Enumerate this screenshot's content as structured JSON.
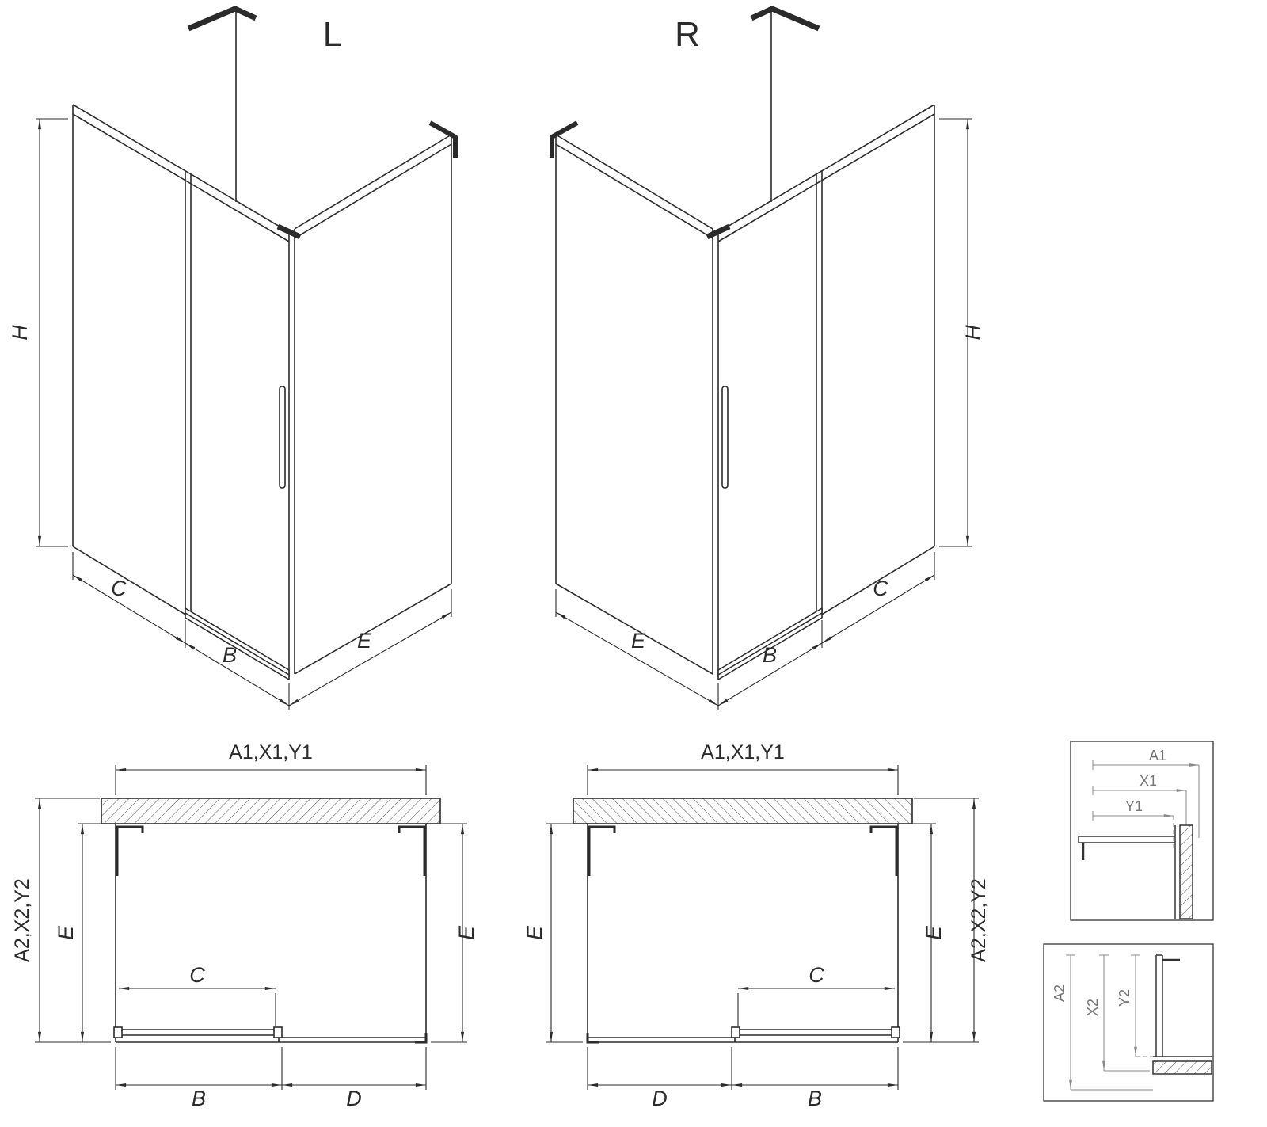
{
  "drawing": {
    "type": "technical-line-drawing",
    "subject": "corner shower enclosure with sliding door, left (L) and right (R) variants, isometric and plan views with detail sections"
  },
  "labels": {
    "variant_left": "L",
    "variant_right": "R",
    "height": "H",
    "seg_c": "C",
    "seg_b": "B",
    "seg_e": "E",
    "seg_d": "D",
    "width_combo": "A1,X1,Y1",
    "depth_combo": "A2,X2,Y2",
    "detail_a1": "A1",
    "detail_x1": "X1",
    "detail_y1": "Y1",
    "detail_a2": "A2",
    "detail_x2": "X2",
    "detail_y2": "Y2"
  },
  "colors": {
    "line": "#2b2b2b",
    "detail_line": "#888888",
    "detail_text": "#777777",
    "background": "#ffffff"
  }
}
